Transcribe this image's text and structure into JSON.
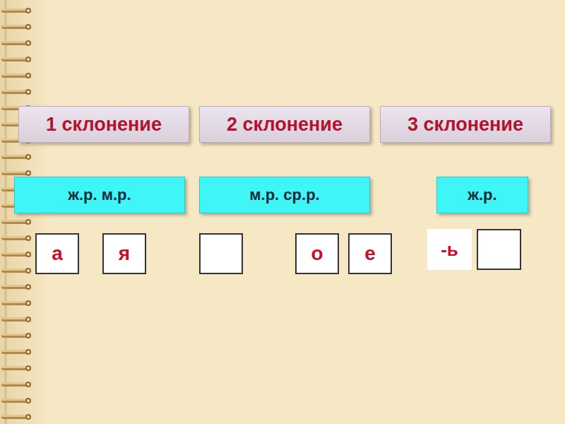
{
  "diagram": {
    "nodes": [
      {
        "text": [
          "1 склонение"
        ]
      },
      {
        "text": [
          "2 склонение"
        ]
      },
      {
        "text": [
          "3 склонение"
        ]
      },
      {
        "text": [
          "ж.р. м.р."
        ]
      },
      {
        "text": [
          "м.р. ср.р."
        ]
      },
      {
        "text": [
          "ж.р."
        ]
      },
      {
        "text": [
          "а"
        ]
      },
      {
        "text": [
          "я"
        ]
      },
      {
        "text": [
          "о"
        ]
      },
      {
        "text": [
          "е"
        ]
      },
      {
        "text": [
          "-ь"
        ]
      }
    ]
  }
}
